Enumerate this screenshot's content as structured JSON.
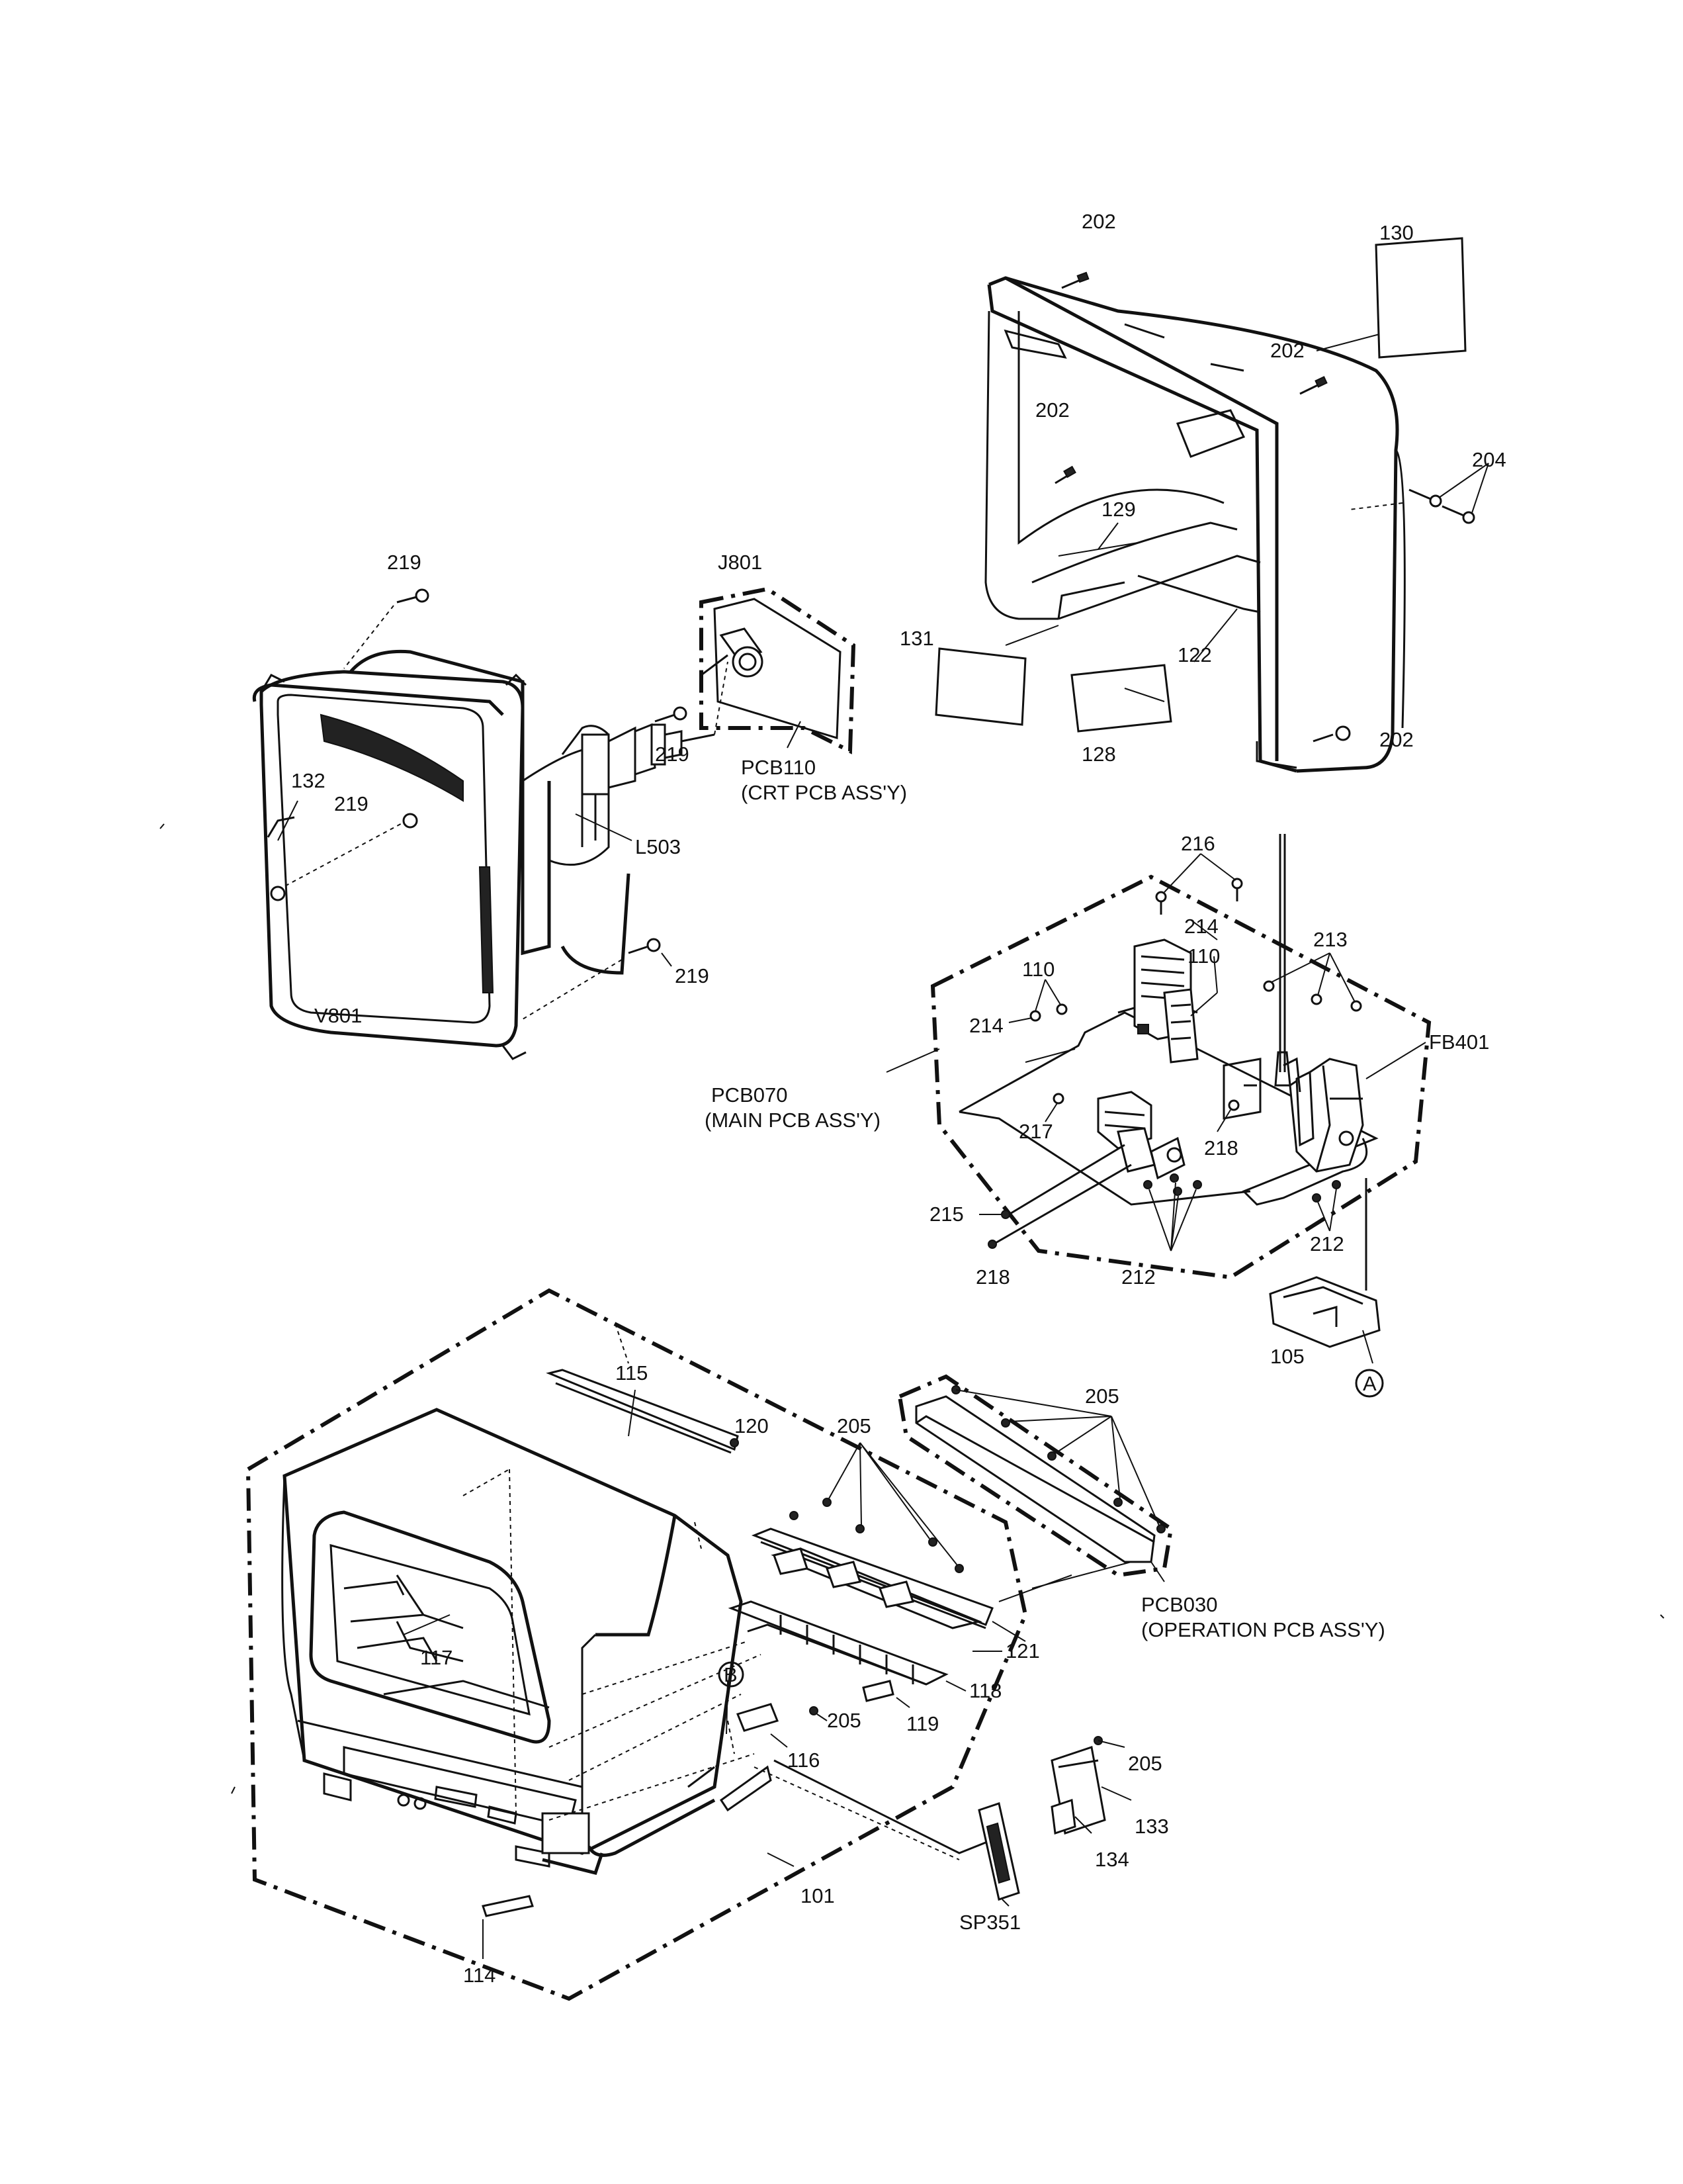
{
  "labels": {
    "l202a": "202",
    "l130": "130",
    "l202b": "202",
    "l202c": "202",
    "l204": "204",
    "l129": "129",
    "l219a": "219",
    "lJ801": "J801",
    "l131": "131",
    "l122": "122",
    "l219b": "219",
    "lPCB110": "PCB110",
    "lCRT": "(CRT PCB ASS'Y)",
    "l128": "128",
    "l202d": "202",
    "l132": "132",
    "l219c": "219",
    "lL503": "L503",
    "l216": "216",
    "l214a": "214",
    "l110a": "110",
    "l213": "213",
    "l110b": "110",
    "l219d": "219",
    "lV801": "V801",
    "l214b": "214",
    "lFB401": "FB401",
    "lPCB070": "PCB070",
    "lMAIN": "(MAIN PCB ASS'Y)",
    "l217": "217",
    "l218a": "218",
    "l215": "215",
    "l212a": "212",
    "l218b": "218",
    "l212b": "212",
    "l105": "105",
    "lA": "A",
    "l115": "115",
    "l205a": "205",
    "l120": "120",
    "l205b": "205",
    "l117": "117",
    "l121": "121",
    "lPCB030": "PCB030",
    "lOPER": "(OPERATION PCB ASS'Y)",
    "lB": "B",
    "l118": "118",
    "l205c": "205",
    "l119": "119",
    "l116": "116",
    "l205d": "205",
    "l133": "133",
    "l134": "134",
    "l101": "101",
    "lSP351": "SP351",
    "l114": "114"
  }
}
